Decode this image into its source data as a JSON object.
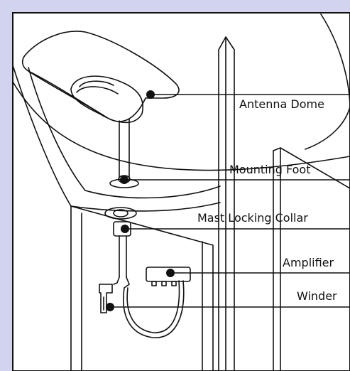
{
  "diagram": {
    "background_color": "#d2d3ef",
    "panel_color": "#ffffff",
    "line_color": "#111111",
    "callouts": [
      {
        "id": "antenna-dome",
        "text": "Antenna Dome"
      },
      {
        "id": "mounting-foot",
        "text": "Mounting Foot"
      },
      {
        "id": "mast-locking-collar",
        "text": "Mast Locking Collar"
      },
      {
        "id": "amplifier",
        "text": "Amplifier"
      },
      {
        "id": "winder",
        "text": "Winder"
      }
    ]
  }
}
